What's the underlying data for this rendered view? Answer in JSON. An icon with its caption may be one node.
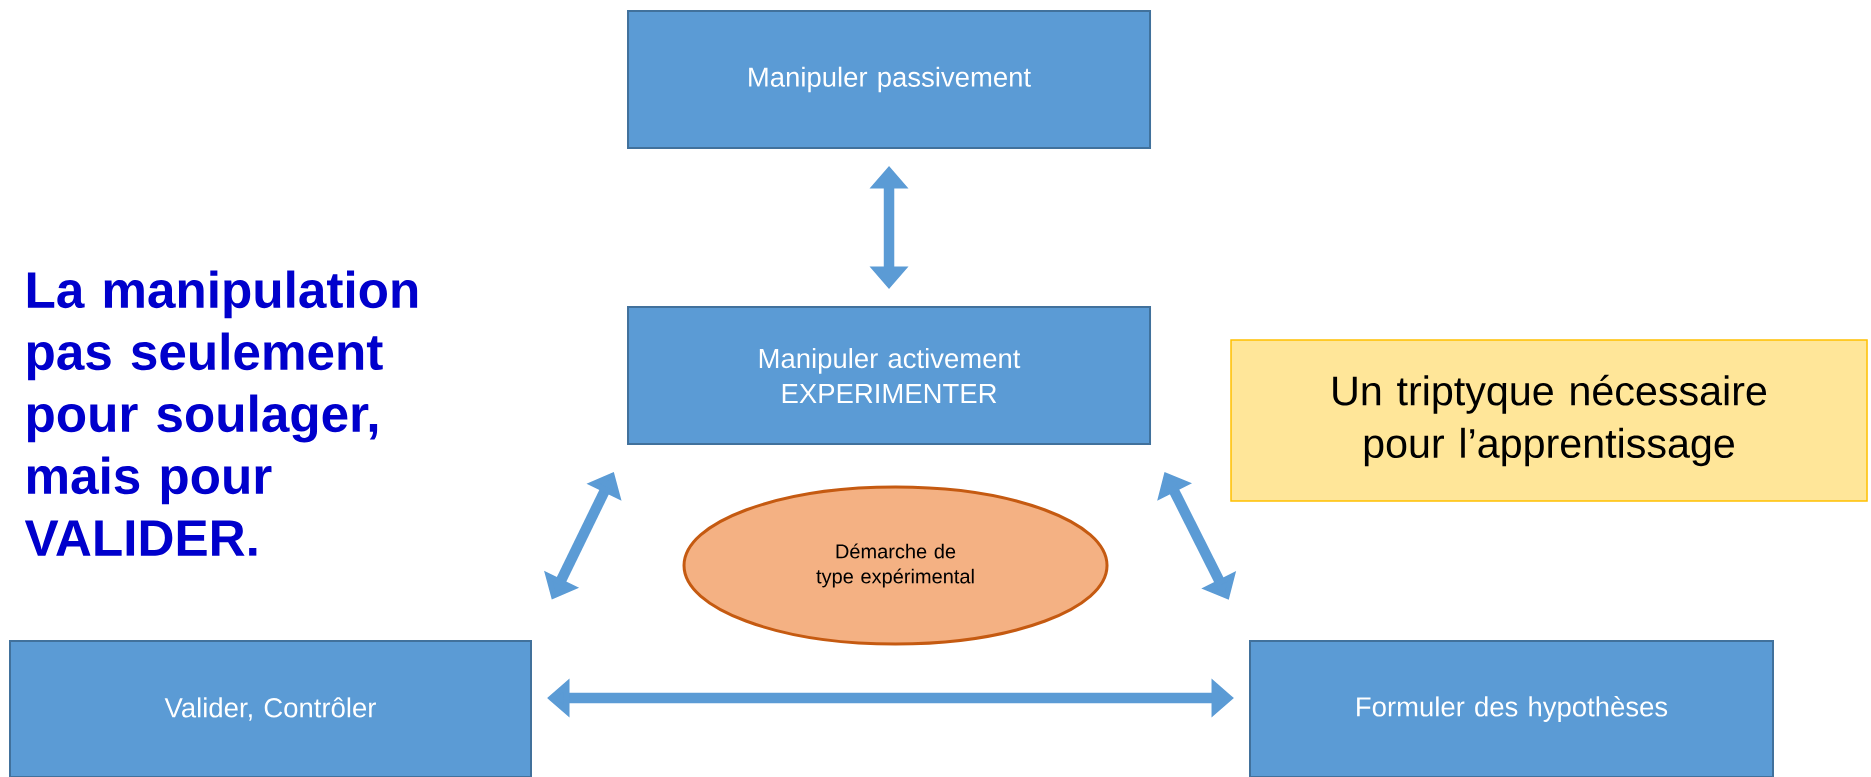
{
  "diagram": {
    "nodes": [
      {
        "text": [
          "Manipuler passivement"
        ]
      },
      {
        "text": [
          "Manipuler activement EXPERIMENTER"
        ]
      },
      {
        "text": [
          "Démarche de type expérimental"
        ]
      },
      {
        "text": [
          "Valider, Contrôler"
        ]
      },
      {
        "text": [
          "Formuler des hypothèses"
        ]
      },
      {
        "text": [
          "Un triptyque nécessaire pour l’apprentissage"
        ]
      }
    ],
    "edges": [
      {
        "from": 0,
        "to": 1,
        "arrow": "both"
      },
      {
        "from": 1,
        "to": 3,
        "arrow": "both"
      },
      {
        "from": 1,
        "to": 4,
        "arrow": "both"
      },
      {
        "from": 3,
        "to": 4,
        "arrow": "both"
      }
    ],
    "labels": [
      "La manipulation pas seulement pour soulager, mais pour VALIDER."
    ]
  }
}
